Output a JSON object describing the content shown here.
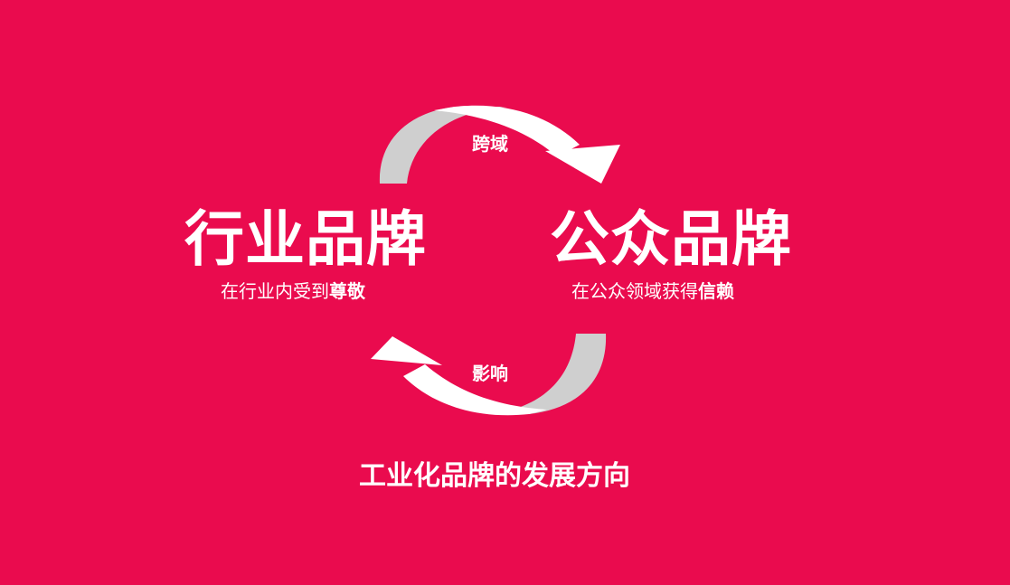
{
  "colors": {
    "background": "#ea0b4e",
    "text": "#ffffff",
    "arrow_front": "#ffffff",
    "arrow_back": "#cfcfcf"
  },
  "left_brand": {
    "title": "行业品牌",
    "subtitle_plain": "在行业内受到",
    "subtitle_bold": "尊敬"
  },
  "right_brand": {
    "title": "公众品牌",
    "subtitle_plain": "在公众领域获得",
    "subtitle_bold": "信赖"
  },
  "arrows": {
    "top_label": "跨域",
    "bottom_label": "影响"
  },
  "caption": "工业化品牌的发展方向"
}
